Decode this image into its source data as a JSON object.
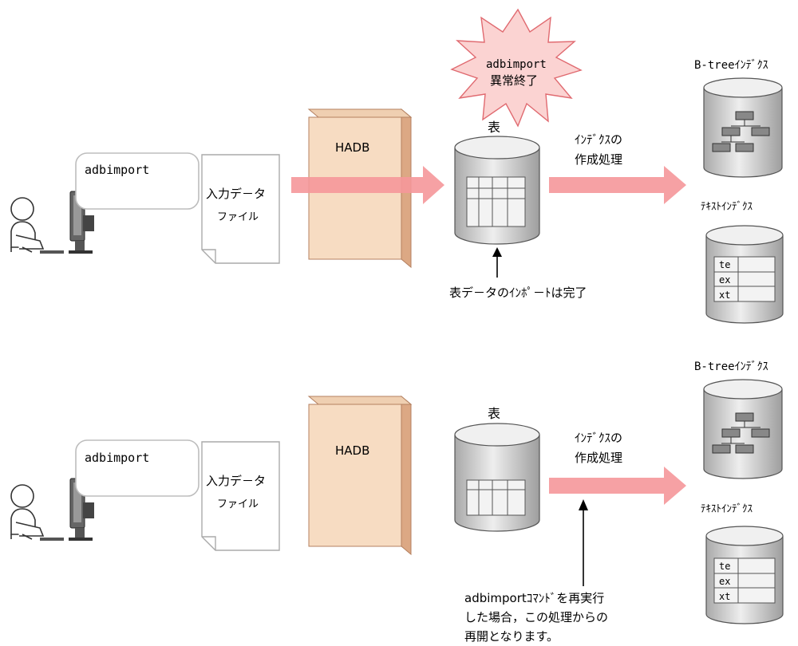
{
  "panels": [
    {
      "command_bubble": "adbimport",
      "input_file": [
        "入力デ－タ",
        "ファイル"
      ],
      "db_label": "HADB",
      "table_label": "表",
      "process_label": [
        "ｲﾝﾃﾞｸｽの",
        "作成処理"
      ],
      "btree_label": "B-treeｲﾝﾃﾞｸｽ",
      "text_index_label": "ﾃｷｽﾄｲﾝﾃﾞｸｽ",
      "text_rows": [
        "te",
        "ex",
        "xt"
      ],
      "burst": [
        "adbimport",
        "異常終了"
      ],
      "note": [
        "表デ－タのｲﾝﾎﾟ－ﾄは完了"
      ]
    },
    {
      "command_bubble": "adbimport",
      "input_file": [
        "入力デ－タ",
        "ファイル"
      ],
      "db_label": "HADB",
      "table_label": "表",
      "process_label": [
        "ｲﾝﾃﾞｸｽの",
        "作成処理"
      ],
      "btree_label": "B-treeｲﾝﾃﾞｸｽ",
      "text_index_label": "ﾃｷｽﾄｲﾝﾃﾞｸｽ",
      "text_rows": [
        "te",
        "ex",
        "xt"
      ],
      "note": [
        "adbimportｺﾏﾝﾄﾞを再実行",
        "した場合，この処理からの",
        "再開となります。"
      ]
    }
  ],
  "colors": {
    "arrow": "#f5979a",
    "burst": "#fbd3d2",
    "hadb_face": "#f7dcc2",
    "hadb_side": "#dca884",
    "cylinder": "#d6d6d6",
    "cylinder_top": "#f0f0f0"
  },
  "icons": [
    "user-at-computer-icon",
    "document-icon",
    "database-cylinder-icon",
    "tree-icon",
    "explosion-icon"
  ]
}
